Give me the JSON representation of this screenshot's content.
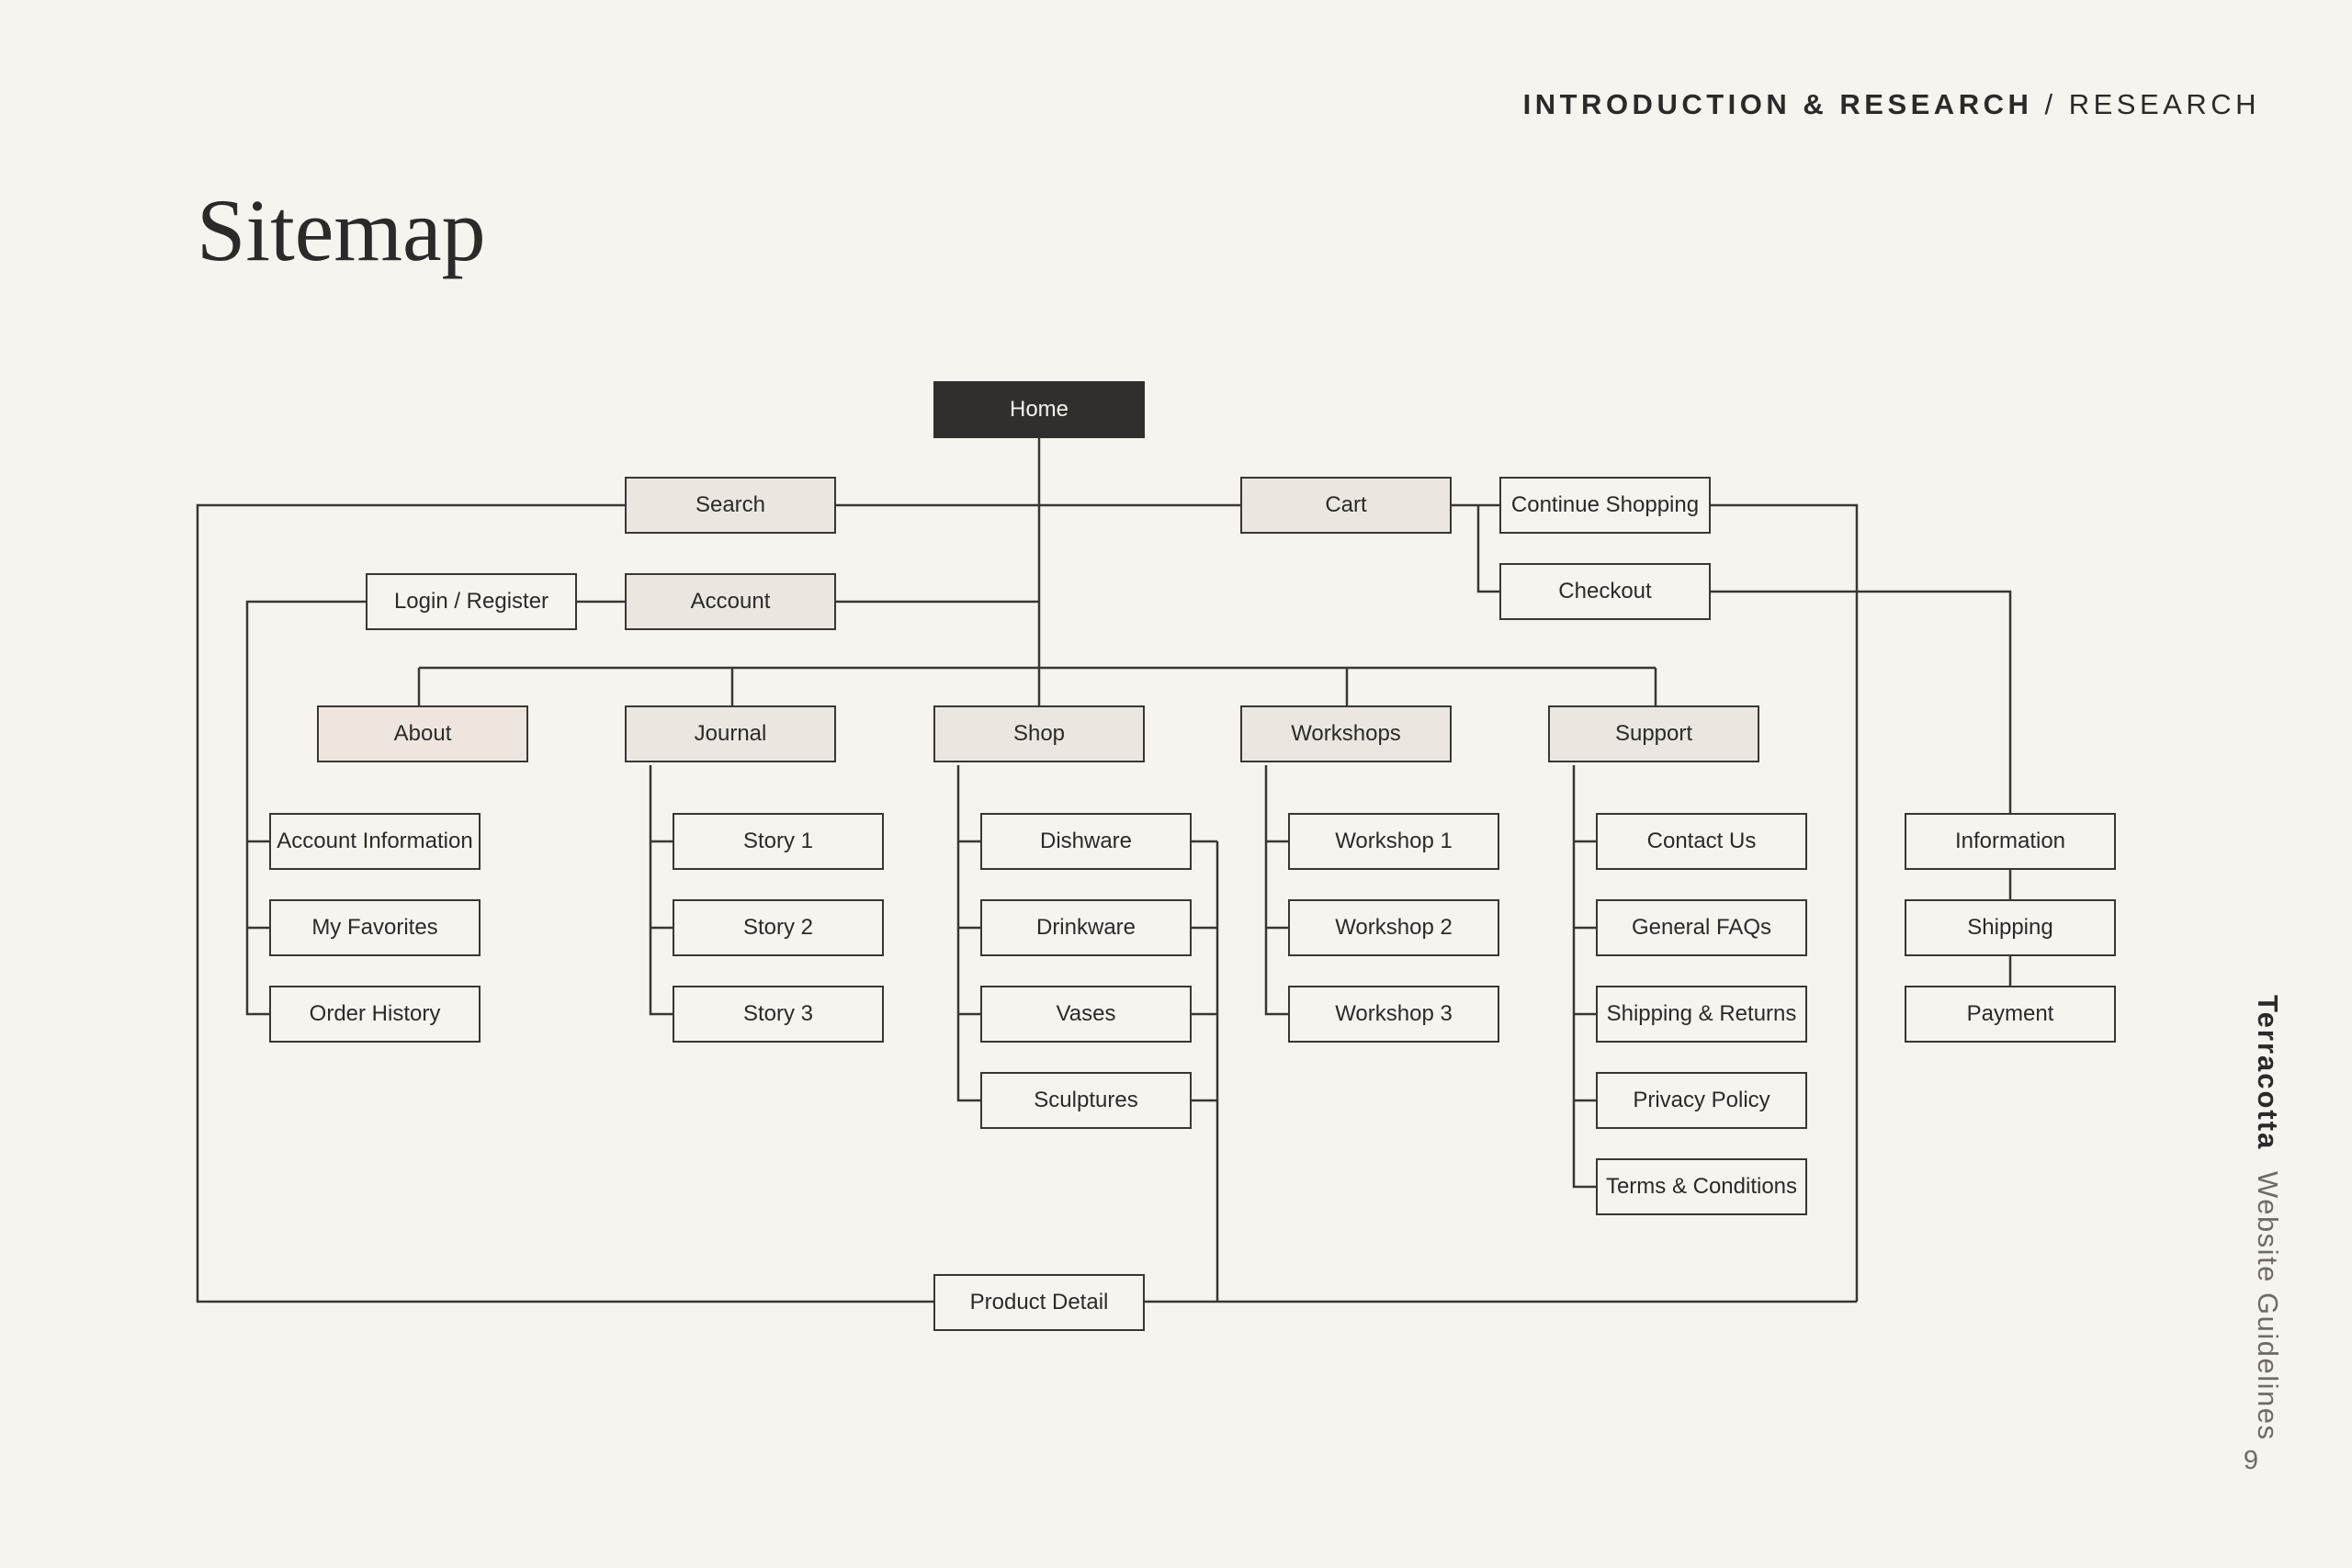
{
  "header": {
    "section": "INTRODUCTION & RESEARCH",
    "separator": "/",
    "page": "RESEARCH"
  },
  "title": "Sitemap",
  "side": {
    "brand": "Terracotta",
    "subtitle": "Website Guidelines"
  },
  "page_number": "9",
  "sitemap": {
    "home": "Home",
    "search": "Search",
    "cart": "Cart",
    "continue_shopping": "Continue Shopping",
    "checkout": "Checkout",
    "login_register": "Login / Register",
    "account": "Account",
    "about": "About",
    "journal": "Journal",
    "shop": "Shop",
    "workshops": "Workshops",
    "support": "Support",
    "account_information": "Account Information",
    "my_favorites": "My Favorites",
    "order_history": "Order History",
    "story_1": "Story 1",
    "story_2": "Story 2",
    "story_3": "Story 3",
    "dishware": "Dishware",
    "drinkware": "Drinkware",
    "vases": "Vases",
    "sculptures": "Sculptures",
    "workshop_1": "Workshop 1",
    "workshop_2": "Workshop 2",
    "workshop_3": "Workshop 3",
    "contact_us": "Contact Us",
    "general_faqs": "General FAQs",
    "shipping_returns": "Shipping & Returns",
    "privacy_policy": "Privacy Policy",
    "terms_conditions": "Terms & Conditions",
    "information": "Information",
    "shipping": "Shipping",
    "payment": "Payment",
    "product_detail": "Product Detail"
  },
  "colors": {
    "background": "#f7f3ee",
    "ink": "#2c2a29",
    "root_fill": "#322e2d",
    "level1_fill": "#ebe6e0"
  }
}
